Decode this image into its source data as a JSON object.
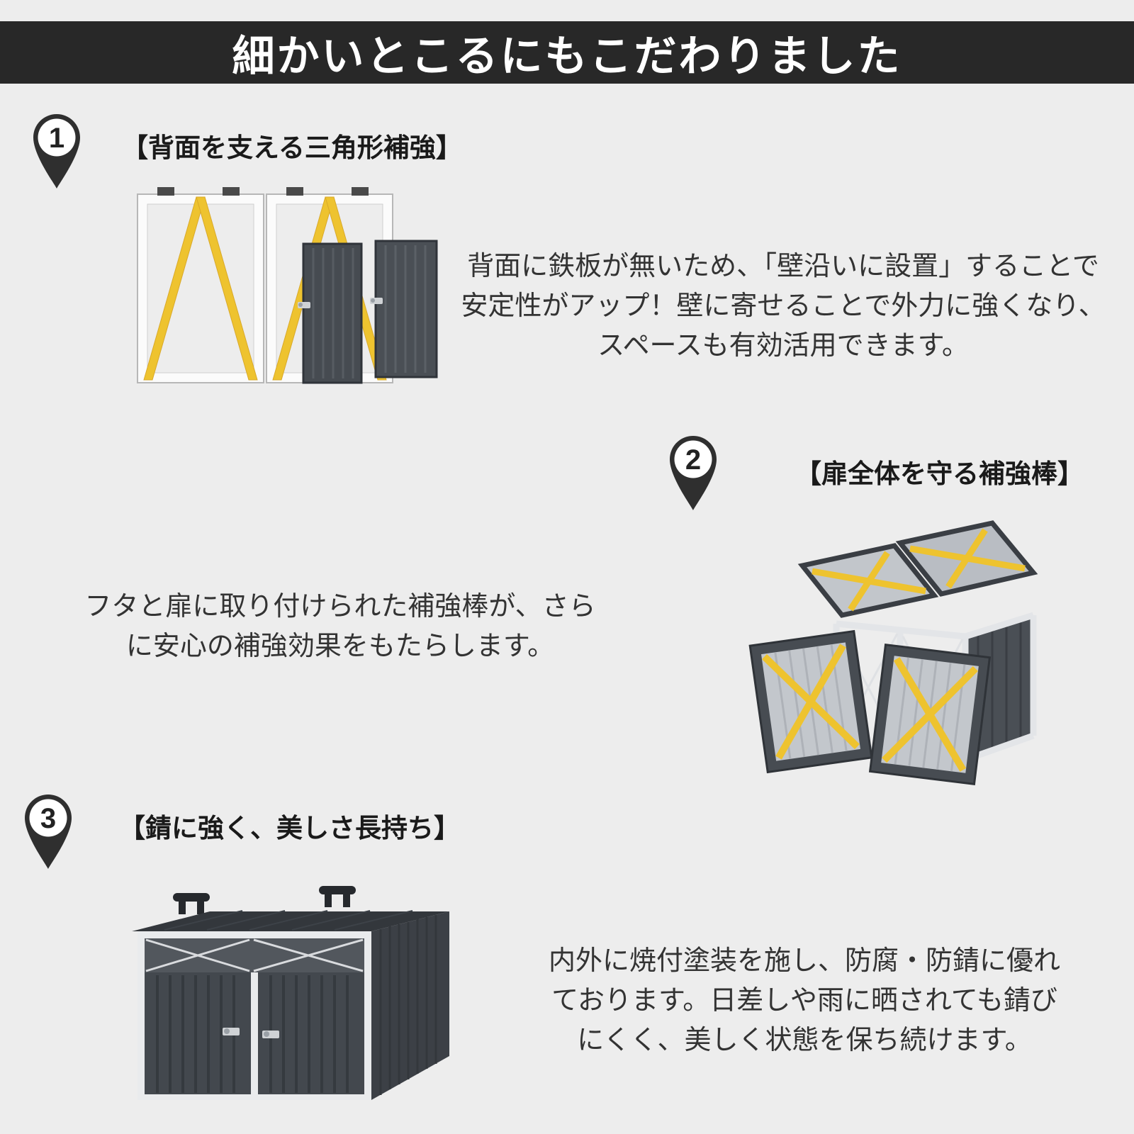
{
  "banner": {
    "title": "細かいとこるにもこだわりました"
  },
  "sections": [
    {
      "number": "1",
      "heading": "【背面を支える三角形補強】",
      "body": "背面に鉄板が無いため、「壁沿いに設置」することで\n安定性がアップ！壁に寄せることで外力に強くなり、\nスペースも有効活用できます。",
      "illustration": "rear-open-frames-with-yellow-triangle-braces"
    },
    {
      "number": "2",
      "heading": "【扉全体を守る補強棒】",
      "body": "フタと扉に取り付けられた補強棒が、さら\nに安心の補強効果をもたらします。",
      "illustration": "open-lids-and-doors-with-yellow-reinforcement-bars"
    },
    {
      "number": "3",
      "heading": "【錆に強く、美しさ長持ち】",
      "body": "内外に焼付塗装を施し、防腐・防錆に優れ\nております。日差しや雨に晒されても錆び\nにくく、美しく状態を保ち続けます。",
      "illustration": "assembled-dark-gray-storage-shed"
    }
  ],
  "colors": {
    "background": "#ededed",
    "banner_bg": "#282828",
    "banner_text": "#ffffff",
    "accent_yellow": "#eec32f",
    "shed_dark": "#474c52",
    "frame_silver": "#e9ebed",
    "body_text": "#333333"
  }
}
